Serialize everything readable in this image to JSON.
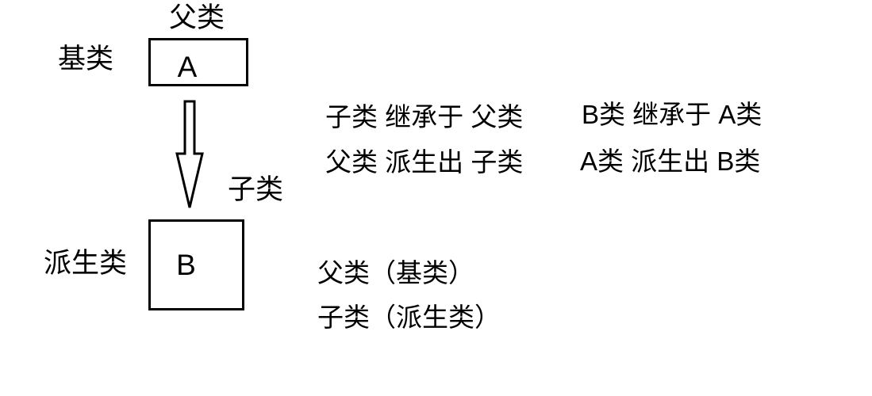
{
  "colors": {
    "ink": "#000000",
    "background": "#ffffff"
  },
  "diagram": {
    "parent_label": "父类",
    "base_label": "基类",
    "class_a": "A",
    "child_label": "子类",
    "derived_label": "派生类",
    "class_b": "B",
    "arrow_icon": "hollow-down-arrow"
  },
  "notes": {
    "middle": [
      "子类 继承于 父类",
      "父类 派生出 子类"
    ],
    "right": [
      "B类 继承于 A类",
      "A类 派生出 B类"
    ],
    "bottom": [
      "父类（基类）",
      "子类（派生类）"
    ]
  }
}
